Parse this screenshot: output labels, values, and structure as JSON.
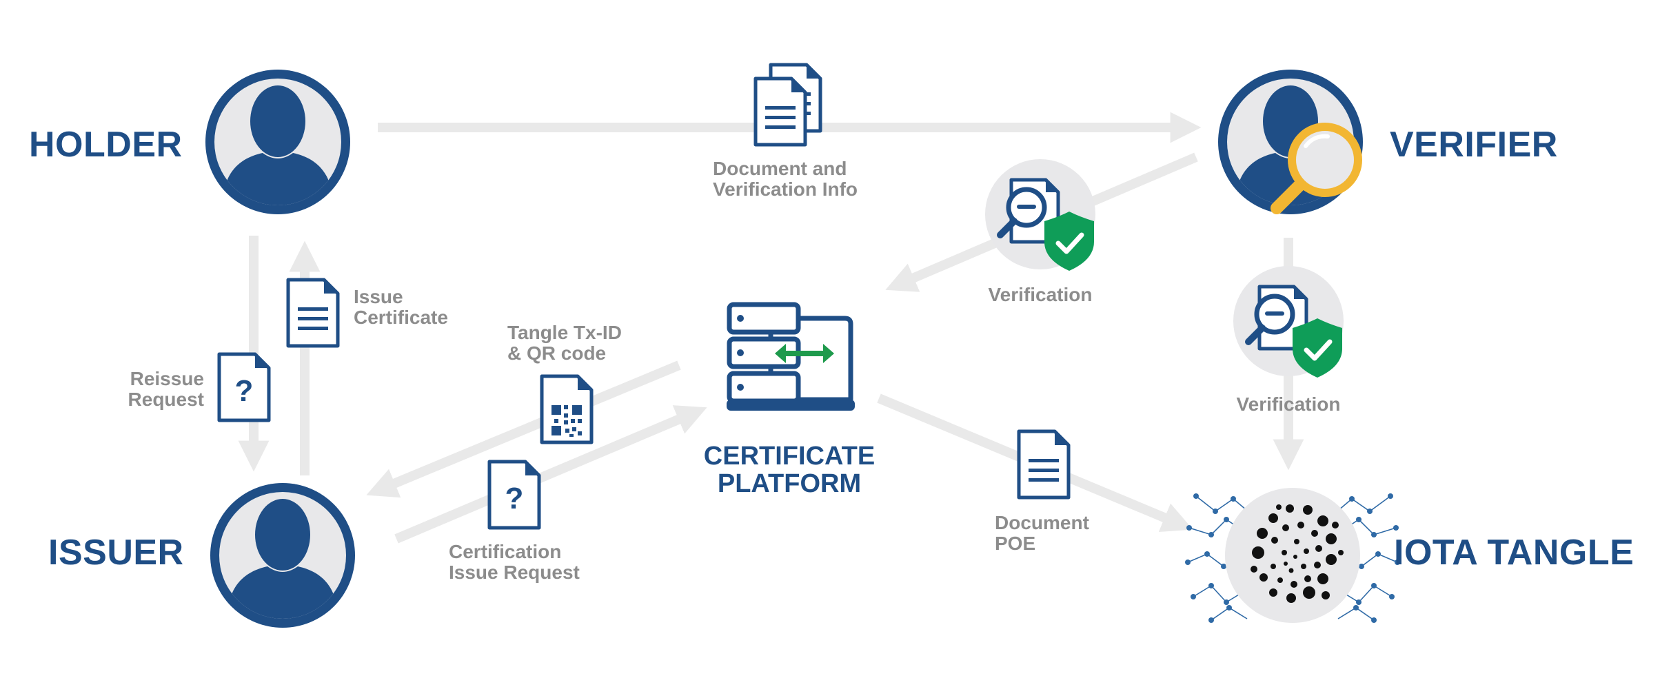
{
  "actors": {
    "holder": "HOLDER",
    "verifier": "VERIFIER",
    "issuer": "ISSUER",
    "iota_tangle": "IOTA TANGLE"
  },
  "platform": {
    "line1": "CERTIFICATE",
    "line2": "PLATFORM"
  },
  "flows": {
    "document_verification_info": [
      "Document and",
      "Verification Info"
    ],
    "verification_top": "Verification",
    "verification_right": "Verification",
    "issue_certificate": [
      "Issue",
      "Certificate"
    ],
    "reissue_request": [
      "Reissue",
      "Request"
    ],
    "tangle_txid_qr": [
      "Tangle Tx-ID",
      "& QR code"
    ],
    "certification_issue_request": [
      "Certification",
      "Issue Request"
    ],
    "document_poe": [
      "Document",
      "POE"
    ]
  },
  "icons": {
    "person": "person-icon",
    "magnifier": "magnifier-icon",
    "document": "document-icon",
    "documents_stack": "documents-stack-icon",
    "question_document": "question-document-icon",
    "qr_document": "qr-document-icon",
    "verification_badge": "verification-shield-icon",
    "server_laptop": "server-laptop-icon",
    "iota_logo": "iota-logo-icon"
  },
  "colors": {
    "brand_blue": "#1f4e86",
    "arrow_gray": "#e9e9e9",
    "label_gray": "#8c8c8c",
    "circle_fill": "#e8e8ea",
    "shield_green": "#0f9d58",
    "exchange_green": "#1e9a4c",
    "magnifier_gold": "#f2b632"
  }
}
